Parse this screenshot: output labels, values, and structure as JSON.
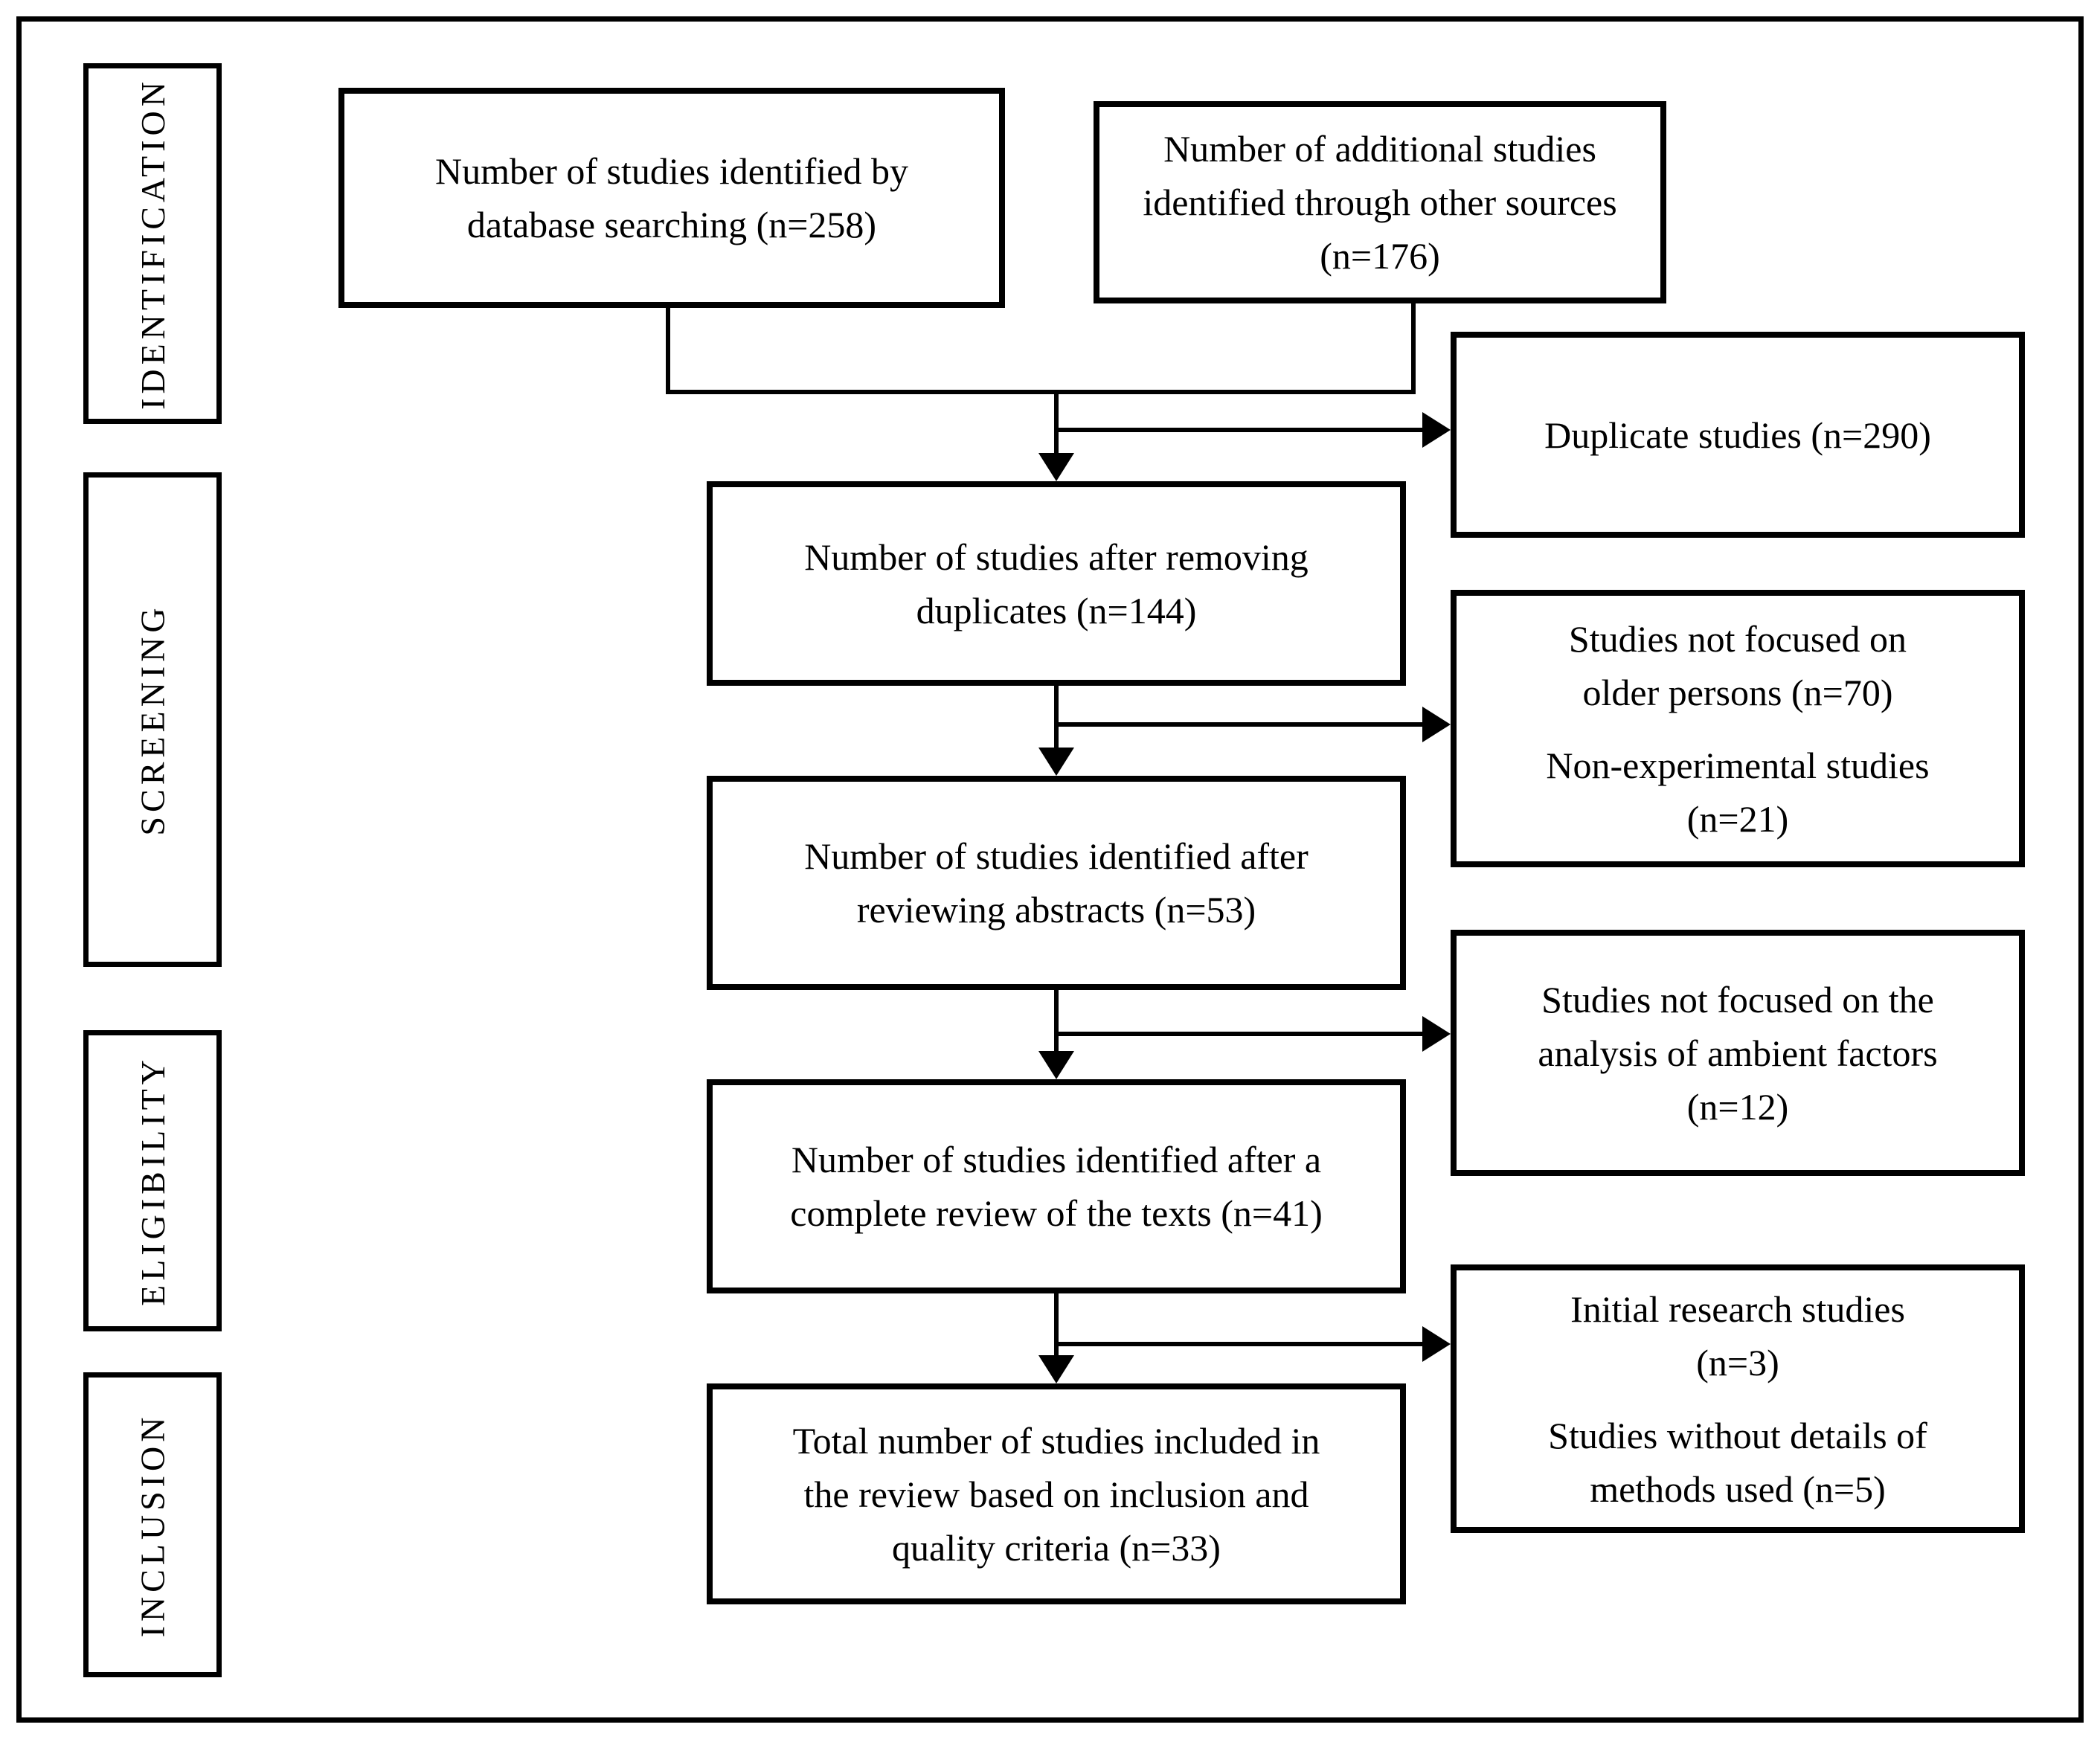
{
  "stage_labels": {
    "identification": "IDENTIFICATION",
    "screening": "SCREENING",
    "eligibility": "ELIGIBILITY",
    "inclusion": "INCLUSION"
  },
  "flow": {
    "database_search": {
      "n": 258,
      "lines": [
        "Number of studies identified by",
        "database searching (n=258)"
      ]
    },
    "other_sources": {
      "n": 176,
      "lines": [
        "Number of additional studies",
        "identified through other sources",
        "(n=176)"
      ]
    },
    "after_duplicates_removed": {
      "n": 144,
      "lines": [
        "Number of studies after removing",
        "duplicates (n=144)"
      ]
    },
    "after_reviewing_abstracts": {
      "n": 53,
      "lines": [
        "Number of studies identified after",
        "reviewing abstracts (n=53)"
      ]
    },
    "after_full_text_review": {
      "n": 41,
      "lines": [
        "Number of studies identified after a",
        "complete review of the texts (n=41)"
      ]
    },
    "included_total": {
      "n": 33,
      "lines": [
        "Total number of studies included in",
        "the review based on inclusion and",
        "quality criteria (n=33)"
      ]
    }
  },
  "exclusions": {
    "duplicates": {
      "n": 290,
      "lines": [
        "Duplicate studies (n=290)"
      ]
    },
    "screening_stage": {
      "para1": [
        "Studies not focused on",
        "older persons (n=70)"
      ],
      "para2": [
        "Non-experimental studies",
        "(n=21)"
      ]
    },
    "eligibility_stage": {
      "n": 12,
      "lines": [
        "Studies not focused on the",
        "analysis of ambient factors",
        "(n=12)"
      ]
    },
    "inclusion_stage": {
      "para1": [
        "Initial research studies",
        "(n=3)"
      ],
      "para2": [
        "Studies without details of",
        "methods used (n=5)"
      ]
    }
  },
  "colors": {
    "line": "#000000",
    "background": "#ffffff",
    "text": "#000000"
  }
}
